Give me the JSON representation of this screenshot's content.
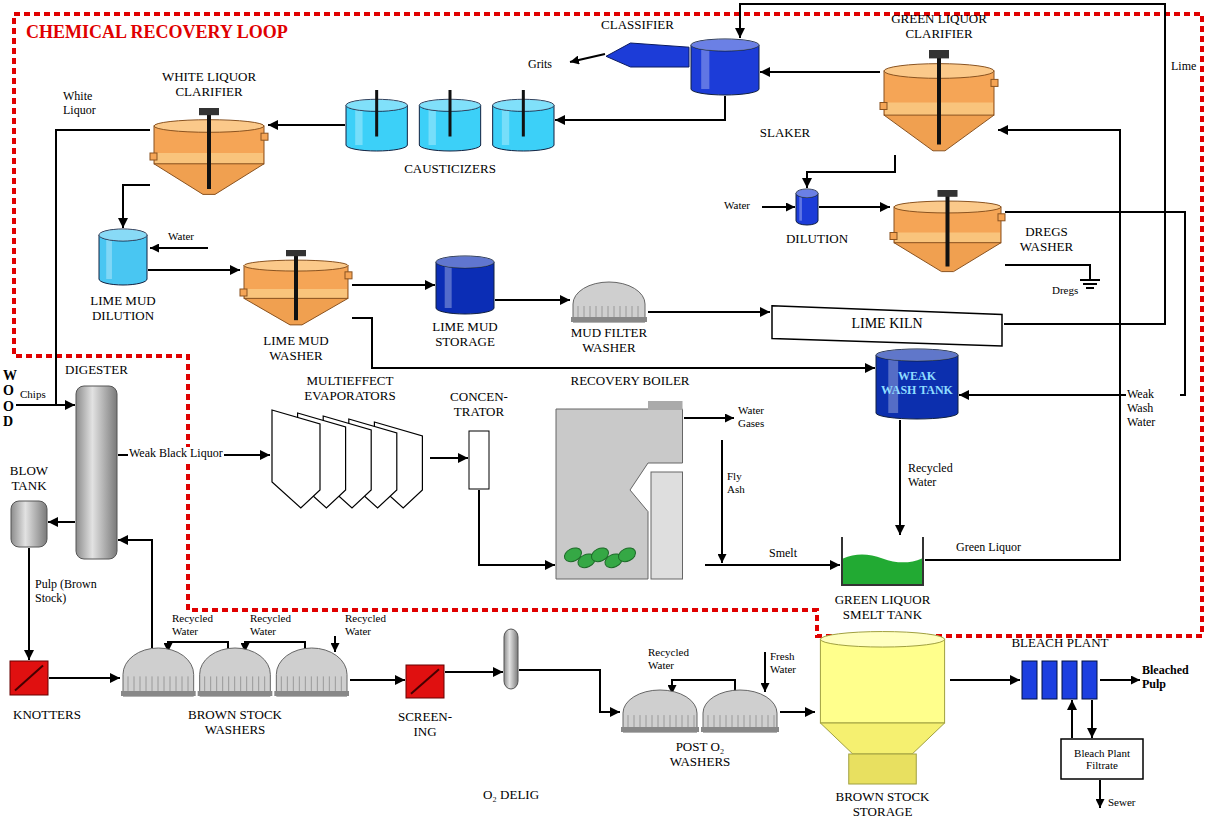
{
  "diagram": {
    "nodes": [
      {
        "text": [
          "WHITE LIQUOR CLARIFIER"
        ]
      },
      {
        "text": [
          "CAUSTICIZERS"
        ]
      },
      {
        "text": [
          "CLASSIFIER"
        ]
      },
      {
        "text": [
          "SLAKER"
        ]
      },
      {
        "text": [
          "GREEN LIQUOR CLARIFIER"
        ]
      },
      {
        "text": [
          "DILUTION"
        ]
      },
      {
        "text": [
          "DREGS WASHER"
        ]
      },
      {
        "text": [
          "LIME MUD DILUTION"
        ]
      },
      {
        "text": [
          "LIME MUD WASHER"
        ]
      },
      {
        "text": [
          "LIME MUD STORAGE"
        ]
      },
      {
        "text": [
          "MUD FILTER WASHER"
        ]
      },
      {
        "text": [
          "LIME KILN"
        ]
      },
      {
        "text": [
          "WEAK WASH TANK"
        ]
      },
      {
        "text": [
          "DIGESTER"
        ]
      },
      {
        "text": [
          "BLOW TANK"
        ]
      },
      {
        "text": [
          "MULTIEFFECT EVAPORATORS"
        ]
      },
      {
        "text": [
          "CONCEN- TRATOR"
        ]
      },
      {
        "text": [
          "RECOVERY BOILER"
        ]
      },
      {
        "text": [
          "GREEN LIQUOR SMELT TANK"
        ]
      },
      {
        "text": [
          "KNOTTERS"
        ]
      },
      {
        "text": [
          "BROWN STOCK WASHERS"
        ]
      },
      {
        "text": [
          "SCREEN- ING"
        ]
      },
      {
        "text": [
          "O₂ DELIG"
        ]
      },
      {
        "text": [
          "POST O₂ WASHERS"
        ]
      },
      {
        "text": [
          "BROWN STOCK STORAGE"
        ]
      },
      {
        "text": [
          "BLEACH PLANT"
        ]
      },
      {
        "text": [
          "Bleach Plant Filtrate"
        ]
      }
    ],
    "edges": [
      {
        "from": 1,
        "to": 0,
        "arrow": "to"
      },
      {
        "from": 3,
        "to": 1,
        "arrow": "to"
      },
      {
        "from": 4,
        "to": 3,
        "arrow": "to"
      },
      {
        "from": 11,
        "to": 3,
        "label": "Lime",
        "arrow": "to"
      },
      {
        "from": 4,
        "to": 5,
        "arrow": "to"
      },
      {
        "from": 5,
        "to": 6,
        "arrow": "to"
      },
      {
        "from": 6,
        "to": 12,
        "label": "Weak Wash Water",
        "arrow": "to"
      },
      {
        "from": 18,
        "to": 4,
        "label": "Green Liquor",
        "arrow": "to"
      },
      {
        "from": 0,
        "to": 13,
        "label": "White Liquor",
        "arrow": "to"
      },
      {
        "from": 0,
        "to": 7,
        "arrow": "to"
      },
      {
        "from": 7,
        "to": 8,
        "arrow": "to"
      },
      {
        "from": 8,
        "to": 9,
        "arrow": "to"
      },
      {
        "from": 8,
        "to": 12,
        "arrow": "to"
      },
      {
        "from": 9,
        "to": 10,
        "arrow": "to"
      },
      {
        "from": 10,
        "to": 11,
        "arrow": "to"
      },
      {
        "from": 12,
        "to": 18,
        "label": "Recycled Water",
        "arrow": "to"
      },
      {
        "from": 17,
        "to": 18,
        "label": "Smelt",
        "arrow": "to"
      },
      {
        "from": 13,
        "to": 15,
        "label": "Weak Black Liquor",
        "arrow": "to"
      },
      {
        "from": 15,
        "to": 16,
        "arrow": "to"
      },
      {
        "from": 16,
        "to": 17,
        "arrow": "to"
      },
      {
        "from": 13,
        "to": 14,
        "arrow": "to"
      },
      {
        "from": 14,
        "to": 19,
        "label": "Pulp (Brown Stock)",
        "arrow": "to"
      },
      {
        "from": 19,
        "to": 20,
        "arrow": "to"
      },
      {
        "from": 20,
        "to": 13,
        "arrow": "to"
      },
      {
        "from": 20,
        "to": 21,
        "arrow": "to"
      },
      {
        "from": 21,
        "to": 22,
        "arrow": "to"
      },
      {
        "from": 22,
        "to": 23,
        "arrow": "to"
      },
      {
        "from": 23,
        "to": 24,
        "arrow": "to"
      },
      {
        "from": 24,
        "to": 25,
        "arrow": "to"
      },
      {
        "from": 25,
        "to": 26,
        "arrow": "to"
      },
      {
        "from": 26,
        "to": 25,
        "arrow": "to"
      }
    ],
    "labels": [
      "CHEMICAL RECOVERY LOOP",
      "Grits",
      "Water",
      "Water",
      "Dregs",
      "Water Gases",
      "Fly Ash",
      "WOOD",
      "Chips",
      "Recycled Water",
      "Recycled Water",
      "Recycled Water",
      "Recycled Water",
      "Fresh Water",
      "Bleached Pulp",
      "Sewer"
    ]
  }
}
